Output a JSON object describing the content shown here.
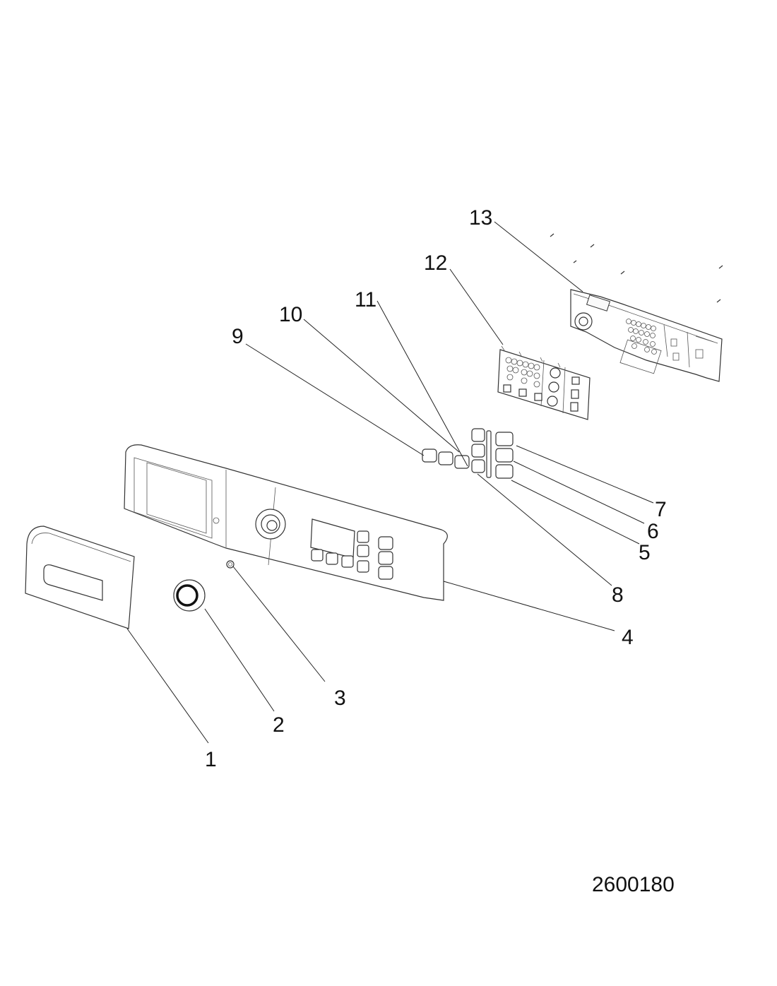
{
  "diagram": {
    "drawing_number": "2600180",
    "callouts": [
      {
        "id": "1",
        "label": "1",
        "part": "detergent-drawer-handle"
      },
      {
        "id": "2",
        "label": "2",
        "part": "program-selector-knob"
      },
      {
        "id": "3",
        "label": "3",
        "part": "indicator-light-lens"
      },
      {
        "id": "4",
        "label": "4",
        "part": "control-panel-fascia"
      },
      {
        "id": "5",
        "label": "5",
        "part": "push-button-lower-right"
      },
      {
        "id": "6",
        "label": "6",
        "part": "push-button-middle-right"
      },
      {
        "id": "7",
        "label": "7",
        "part": "push-button-upper-right"
      },
      {
        "id": "8",
        "label": "8",
        "part": "push-button-column-left"
      },
      {
        "id": "9",
        "label": "9",
        "part": "push-button-row-1"
      },
      {
        "id": "10",
        "label": "10",
        "part": "push-button-row-2"
      },
      {
        "id": "11",
        "label": "11",
        "part": "push-button-row-3"
      },
      {
        "id": "12",
        "label": "12",
        "part": "led-light-guide-frame"
      },
      {
        "id": "13",
        "label": "13",
        "part": "electronic-control-board"
      }
    ]
  }
}
